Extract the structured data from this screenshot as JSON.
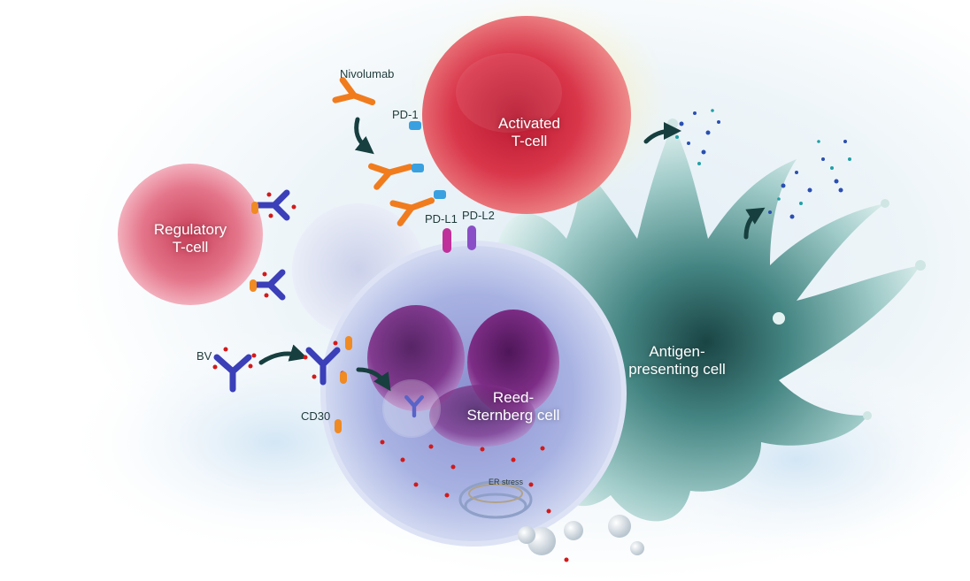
{
  "labels": {
    "nivolumab": "Nivolumab",
    "pd1": "PD-1",
    "pdl1": "PD-L1",
    "pdl2": "PD-L2",
    "activated_tcell": [
      "Activated",
      "T-cell"
    ],
    "regulatory_tcell": [
      "Regulatory",
      "T-cell"
    ],
    "bv": "BV",
    "cd30": "CD30",
    "reed_sternberg": [
      "Reed-",
      "Sternberg cell"
    ],
    "apc": [
      "Antigen-",
      "presenting cell"
    ],
    "er_stress": "ER stress"
  },
  "colors": {
    "activated_tcell": "#d9364a",
    "regulatory_tcell": "#e4758a",
    "reed_sternberg": "#9aa6dc",
    "nucleus": "#7d2d86",
    "apc": "#4f9c97",
    "apc_core": "#0f3b3b",
    "nivolumab": "#f07c1e",
    "pd1": "#3aa0e0",
    "pdl1": "#c0309a",
    "pdl2": "#8a4fc6",
    "bv": "#3b3fb8",
    "cd30": "#f08a22",
    "arrow": "#173f3f",
    "drug_dot": "#d21a1a"
  }
}
